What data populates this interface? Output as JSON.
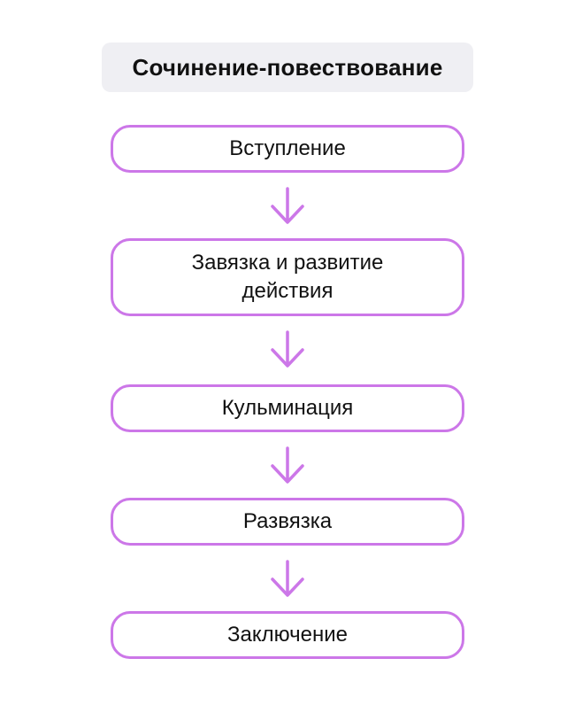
{
  "title": "Сочинение-повествование",
  "steps": [
    {
      "label": "Вступление"
    },
    {
      "label": "Завязка и развитие\nдействия"
    },
    {
      "label": "Кульминация"
    },
    {
      "label": "Развязка"
    },
    {
      "label": "Заключение"
    }
  ],
  "colors": {
    "accent": "#cc77e8",
    "title_bg": "#efeff3",
    "text": "#111111"
  },
  "icons": {
    "connector": "arrow-down-icon"
  }
}
